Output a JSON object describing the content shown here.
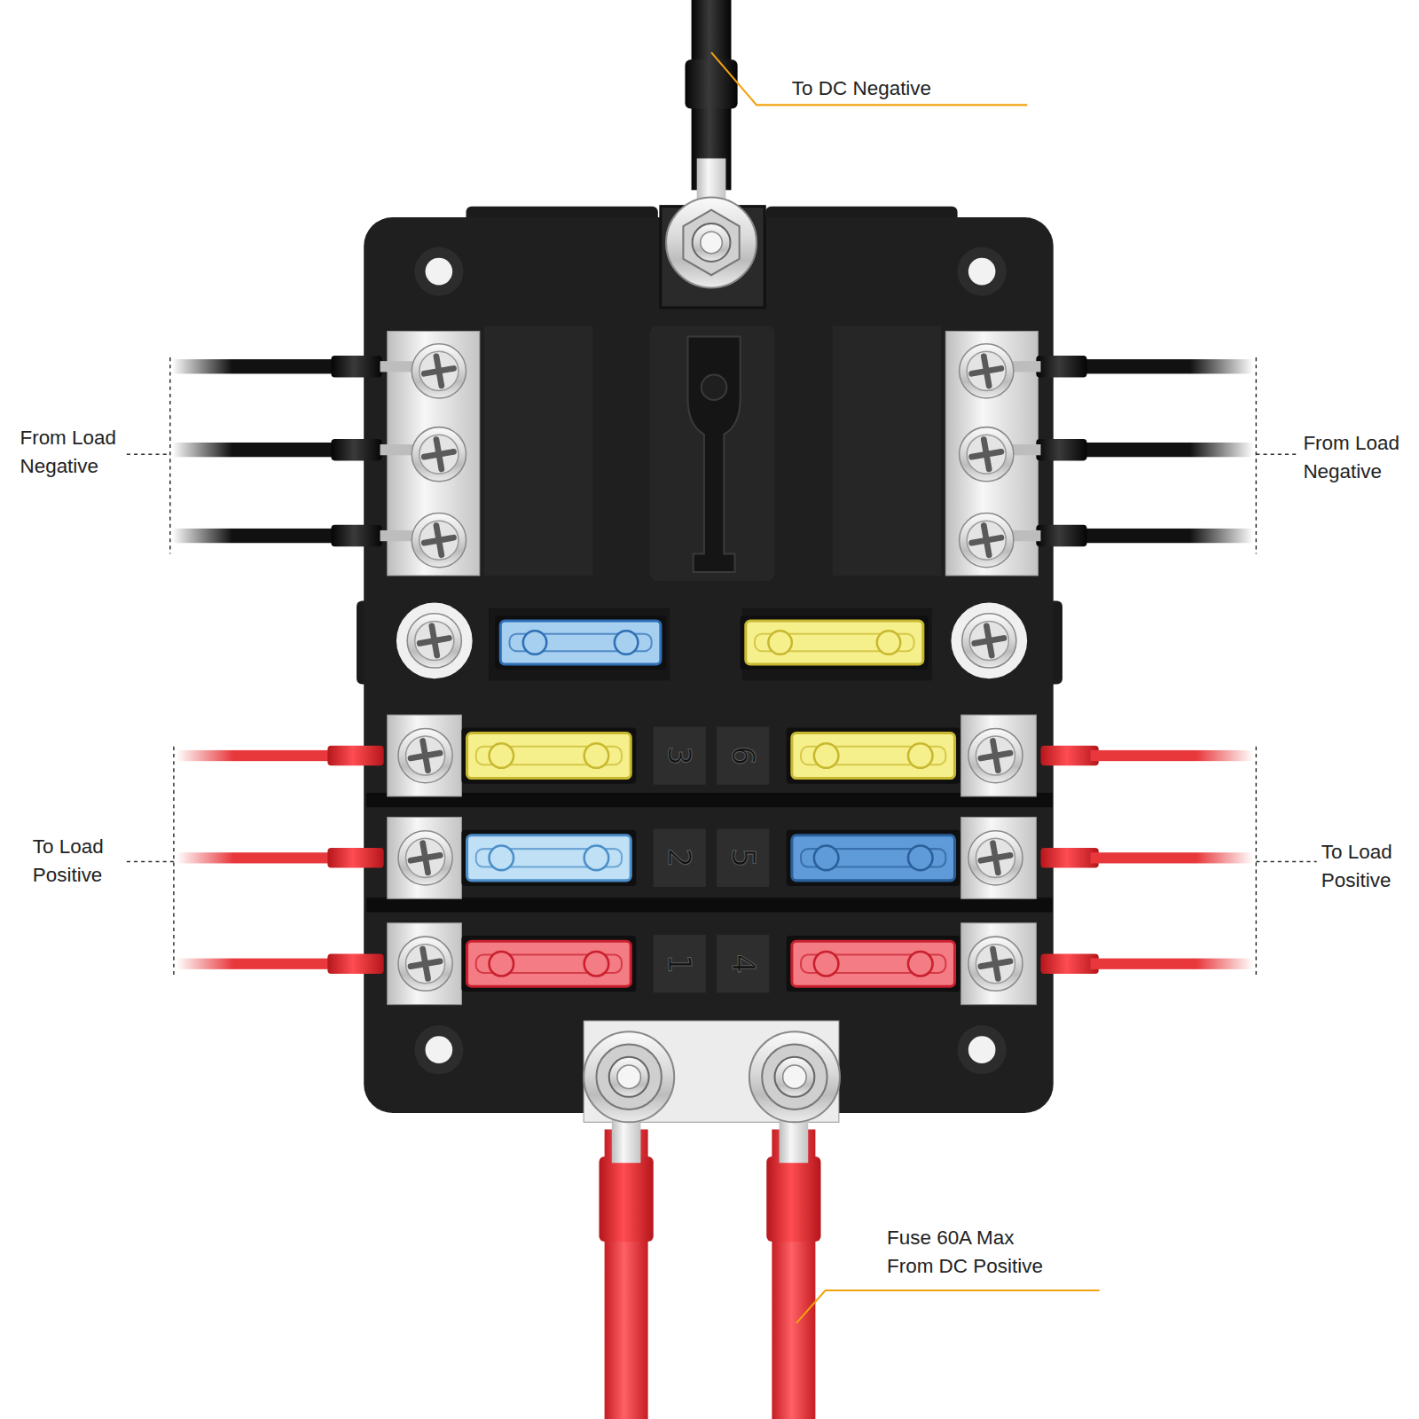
{
  "diagram": {
    "labels": [
      "To DC Negative",
      "From Load Negative",
      "From Load Negative",
      "3",
      "6",
      "2",
      "5",
      "1",
      "4",
      "To Load Positive",
      "To Load Positive",
      "Fuse 60A Max From DC Positive"
    ]
  }
}
